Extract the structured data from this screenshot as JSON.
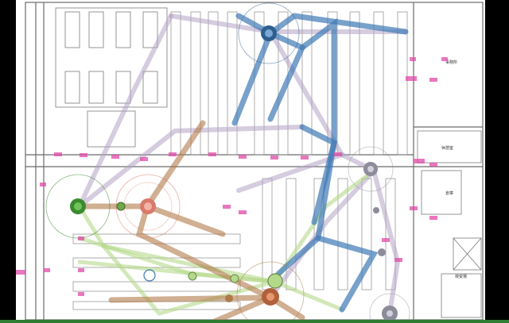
{
  "map": {
    "title": "",
    "room_labels": [
      "事務所",
      "休憩室",
      "倉庫",
      "荷受場"
    ],
    "colors": {
      "background": "#ffffff",
      "wall": "#6b6b6b",
      "blue_route": "#3f79b5",
      "brown_route": "#b07a4a",
      "light_green_route": "#b5d98a",
      "lavender_route": "#b4a3c4",
      "pink_marker": "#e04aa8",
      "hub_dark_green": "#3b8a2e",
      "hub_salmon": "#d97a6a",
      "hub_blue": "#2e5f8f",
      "hub_grey": "#8c8c9a"
    },
    "hubs": [
      {
        "id": "blue-hub",
        "icon": "circle"
      },
      {
        "id": "green-hub",
        "icon": "circle"
      },
      {
        "id": "salmon-hub",
        "icon": "circle"
      },
      {
        "id": "grey-hub-right",
        "icon": "circle"
      },
      {
        "id": "orange-hub-bottom",
        "icon": "circle"
      },
      {
        "id": "grey-hub-bottom-right",
        "icon": "circle"
      }
    ]
  }
}
